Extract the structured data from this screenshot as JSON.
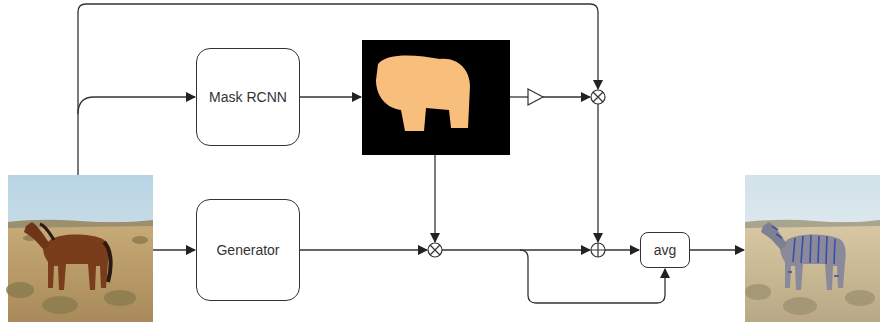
{
  "diagram": {
    "nodes": [
      {
        "text": [
          "Mask RCNN"
        ]
      },
      {
        "text": [
          "Generator"
        ]
      },
      {
        "text": [
          "avg"
        ]
      }
    ]
  }
}
